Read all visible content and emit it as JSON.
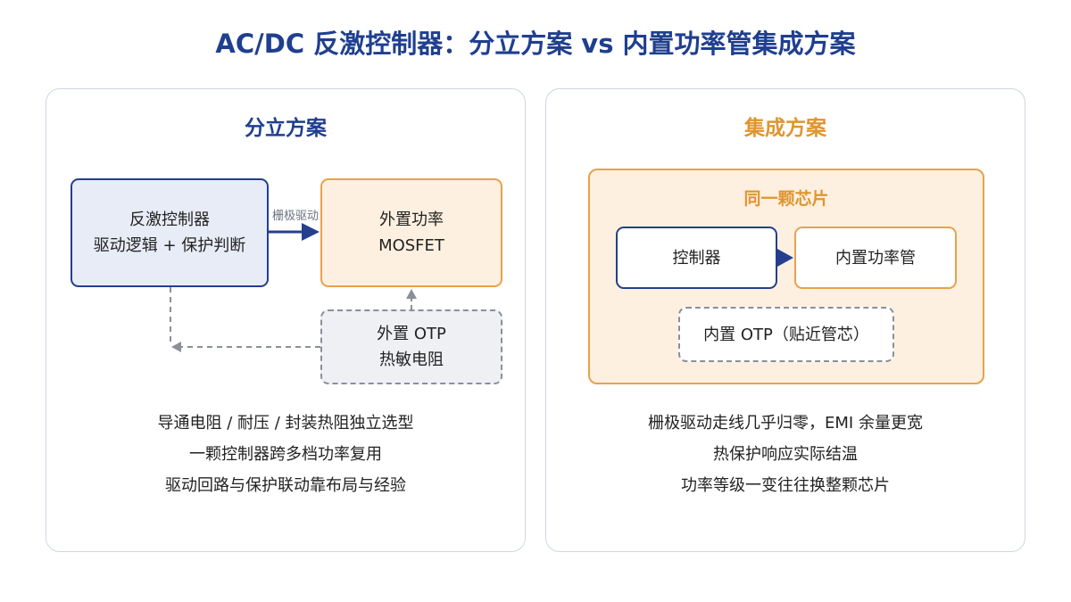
{
  "title": "AC/DC 反激控制器：分立方案 vs 内置功率管集成方案",
  "colors": {
    "title": "#1f3f8f",
    "discrete_accent": "#243f8e",
    "integrated_accent": "#e0952e",
    "dashed_gray": "#8a8f99"
  },
  "discrete": {
    "heading": "分立方案",
    "controller": {
      "line1": "反激控制器",
      "line2": "驱动逻辑 + 保护判断"
    },
    "gate_drive_label": "栅极驱动",
    "mosfet": {
      "line1": "外置功率",
      "line2": "MOSFET"
    },
    "ext_otp": {
      "line1": "外置 OTP",
      "line2": "热敏电阻"
    },
    "bullets": [
      "导通电阻 / 耐压 / 封装热阻独立选型",
      "一颗控制器跨多档功率复用",
      "驱动回路与保护联动靠布局与经验"
    ]
  },
  "integrated": {
    "heading": "集成方案",
    "chip_title": "同一颗芯片",
    "controller": "控制器",
    "power_switch": "内置功率管",
    "int_otp": "内置 OTP（贴近管芯）",
    "bullets": [
      "栅极驱动走线几乎归零，EMI 余量更宽",
      "热保护响应实际结温",
      "功率等级一变往往换整颗芯片"
    ]
  }
}
